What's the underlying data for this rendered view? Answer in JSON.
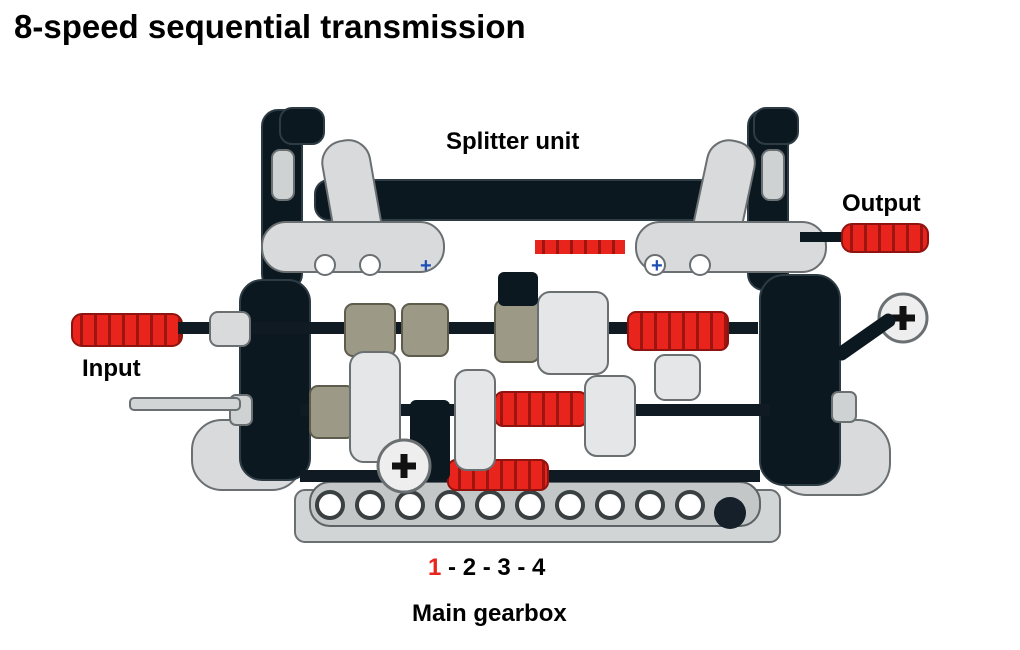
{
  "title": "8-speed sequential transmission",
  "labels": {
    "splitter": "Splitter unit",
    "output": "Output",
    "input": "Input",
    "main_gearbox": "Main gearbox"
  },
  "gear_indicator": {
    "active": "1",
    "rest": " - 2 - 3 - 4"
  },
  "colors": {
    "accent_red": "#e8241c",
    "frame_black": "#0c1820",
    "frame_grey": "#d2d5d6",
    "gear_tan": "#9c9a86"
  }
}
